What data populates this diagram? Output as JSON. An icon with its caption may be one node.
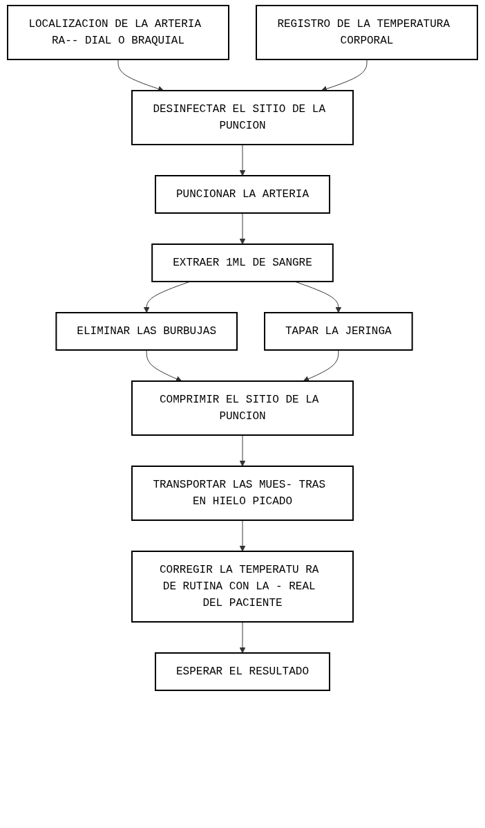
{
  "diagram": {
    "nodes": [
      {
        "text": [
          "LOCALIZACION DE LA ARTERIA RA-- DIAL O BRAQUIAL"
        ]
      },
      {
        "text": [
          "REGISTRO DE LA TEMPERATURA CORPORAL"
        ]
      },
      {
        "text": [
          "DESINFECTAR EL SITIO DE LA PUNCION"
        ]
      },
      {
        "text": [
          "PUNCIONAR LA ARTERIA"
        ]
      },
      {
        "text": [
          "EXTRAER 1ML DE SANGRE"
        ]
      },
      {
        "text": [
          "ELIMINAR LAS BURBUJAS"
        ]
      },
      {
        "text": [
          "TAPAR LA JERINGA"
        ]
      },
      {
        "text": [
          "COMPRIMIR EL SITIO DE LA PUNCION"
        ]
      },
      {
        "text": [
          "TRANSPORTAR LAS MUES- TRAS EN HIELO PICADO"
        ]
      },
      {
        "text": [
          "CORREGIR LA TEMPERATU RA DE RUTINA CON LA - REAL DEL PACIENTE"
        ]
      },
      {
        "text": [
          "ESPERAR EL RESULTADO"
        ]
      }
    ],
    "edges": [
      {
        "from": 0,
        "to": 2,
        "arrow": "to"
      },
      {
        "from": 1,
        "to": 2,
        "arrow": "to"
      },
      {
        "from": 2,
        "to": 3,
        "arrow": "to"
      },
      {
        "from": 3,
        "to": 4,
        "arrow": "to"
      },
      {
        "from": 4,
        "to": 5,
        "arrow": "to"
      },
      {
        "from": 4,
        "to": 6,
        "arrow": "to"
      },
      {
        "from": 5,
        "to": 7,
        "arrow": "to"
      },
      {
        "from": 6,
        "to": 7,
        "arrow": "to"
      },
      {
        "from": 7,
        "to": 8,
        "arrow": "to"
      },
      {
        "from": 8,
        "to": 9,
        "arrow": "to"
      },
      {
        "from": 9,
        "to": 10,
        "arrow": "to"
      }
    ]
  }
}
